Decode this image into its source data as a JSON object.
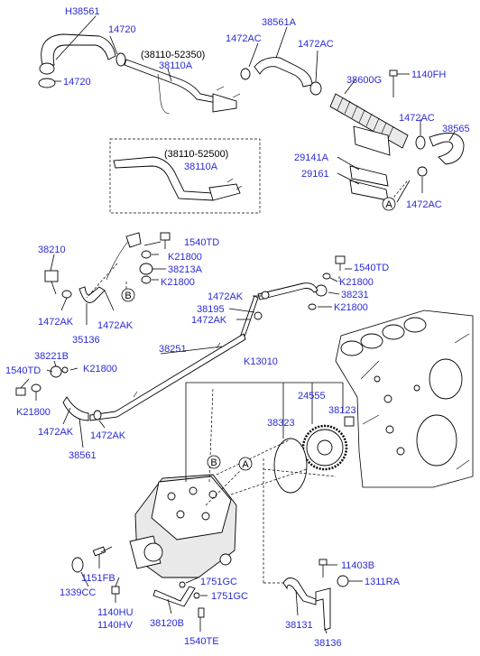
{
  "labels": {
    "h38561": "H38561",
    "c14720a": "14720",
    "c14720b": "14720",
    "alt52350": "(38110-52350)",
    "c38110a": "38110A",
    "c1472ac_1": "1472AC",
    "c38561a": "38561A",
    "c1472ac_2": "1472AC",
    "c38600g": "38600G",
    "c1140fh": "1140FH",
    "c1472ac_3": "1472AC",
    "c38565": "38565",
    "c29141a": "29141A",
    "c29161": "29161",
    "c1472ac_4": "1472AC",
    "alt52500": "(38110-52500)",
    "c38110a_b": "38110A",
    "c38210": "38210",
    "c1540td_1": "1540TD",
    "c21800_1": "K21800",
    "c38213a": "38213A",
    "c21800_2": "K21800",
    "c1472ak_1": "1472AK",
    "c1472ak_2": "1472AK",
    "c35136": "35136",
    "c1540td_2": "1540TD",
    "c21800_3": "K21800",
    "c38231": "38231",
    "c21800_4": "K21800",
    "c1472ak_3": "1472AK",
    "c38195": "38195",
    "c1472ak_4": "1472AK",
    "c38221b": "38221B",
    "c1540td_3": "1540TD",
    "c21800_5": "K21800",
    "c21800_6": "K21800",
    "c38251": "38251",
    "c1472ak_5": "1472AK",
    "c1472ak_6": "1472AK",
    "c38561": "38561",
    "k13010": "K13010",
    "c24555": "24555",
    "c38323": "38323",
    "c38123": "38123",
    "c1151fb": "1151FB",
    "c1339cc": "1339CC",
    "c1140hu": "1140HU",
    "c1140hv": "1140HV",
    "c38120b": "38120B",
    "c1751gc_1": "1751GC",
    "c1751gc_2": "1751GC",
    "c1540te": "1540TE",
    "c11403b": "11403B",
    "c1311ra": "1311RA",
    "c38131": "38131",
    "c38136": "38136"
  },
  "callouts": {
    "a1": "A",
    "a2": "A",
    "b1": "B",
    "b2": "B"
  }
}
